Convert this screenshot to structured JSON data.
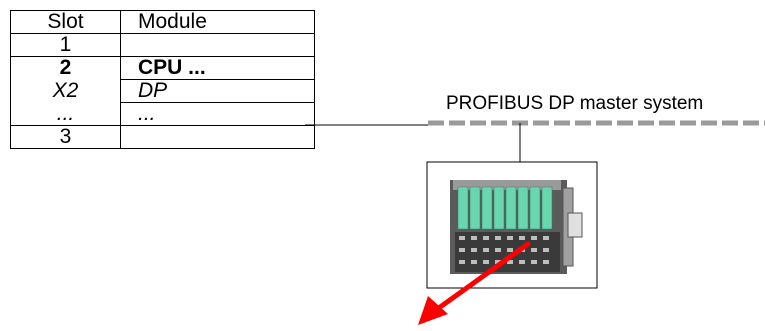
{
  "table": {
    "headers": {
      "slot": "Slot",
      "module": "Module"
    },
    "rows": [
      {
        "slot": "1",
        "module": ""
      },
      {
        "slot": "2",
        "module": "CPU ..."
      },
      {
        "slot": "X2",
        "module": "DP"
      },
      {
        "slot": "...",
        "module": "..."
      },
      {
        "slot": "3",
        "module": ""
      }
    ]
  },
  "bus": {
    "label": "PROFIBUS DP master system"
  },
  "colors": {
    "bus_line": "#9a9a9a",
    "module_green": "#6ad6b0",
    "module_body": "#8a8a8a",
    "arrow": "#ff0000"
  },
  "icons": {
    "device": "io-module-device",
    "arrow": "red-arrow-down-left"
  }
}
